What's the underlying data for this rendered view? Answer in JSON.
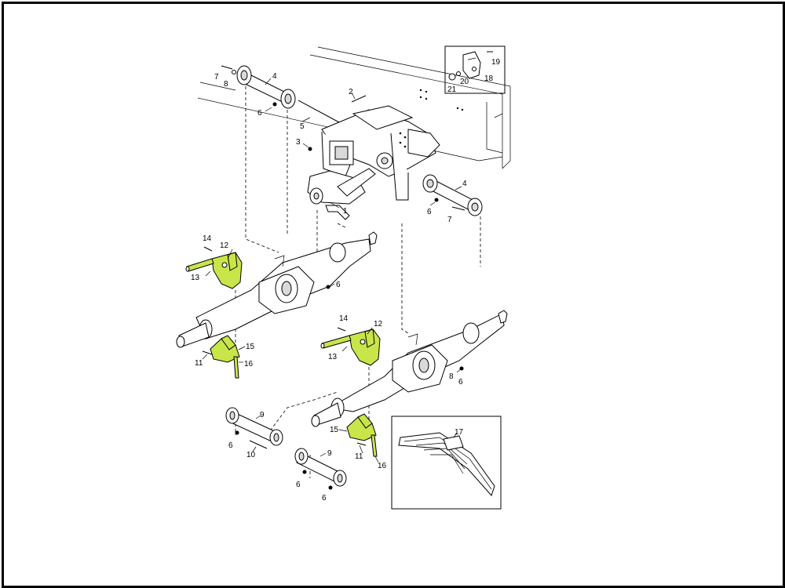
{
  "diagram": {
    "highlight_color": "#c8e64a",
    "labels": {
      "l1": "1",
      "l2": "2",
      "l3": "3",
      "l4a": "4",
      "l4b": "4",
      "l5": "5",
      "l6a": "6",
      "l6b": "6",
      "l6c": "6",
      "l6d": "6",
      "l6e": "6",
      "l6f": "6",
      "l6g": "6",
      "l7a": "7",
      "l7b": "7",
      "l8a": "8",
      "l8b": "8",
      "l9a": "9",
      "l9b": "9",
      "l10": "10",
      "l11a": "11",
      "l11b": "11",
      "l12a": "12",
      "l12b": "12",
      "l13a": "13",
      "l13b": "13",
      "l14a": "14",
      "l14b": "14",
      "l15a": "15",
      "l15b": "15",
      "l16a": "16",
      "l16b": "16",
      "l17": "17",
      "l18": "18",
      "l19": "19",
      "l20": "20",
      "l21": "21"
    }
  }
}
